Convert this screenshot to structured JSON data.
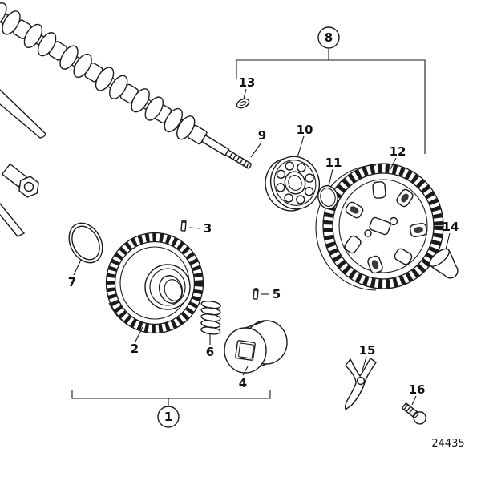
{
  "diagram": {
    "drawing_number": "24435",
    "parts": [
      {
        "label": "1",
        "circled": true
      },
      {
        "label": "2",
        "circled": false
      },
      {
        "label": "3",
        "circled": false
      },
      {
        "label": "4",
        "circled": false
      },
      {
        "label": "5",
        "circled": false
      },
      {
        "label": "6",
        "circled": false
      },
      {
        "label": "7",
        "circled": false
      },
      {
        "label": "8",
        "circled": true
      },
      {
        "label": "9",
        "circled": false
      },
      {
        "label": "10",
        "circled": false
      },
      {
        "label": "11",
        "circled": false
      },
      {
        "label": "12",
        "circled": false
      },
      {
        "label": "13",
        "circled": false
      },
      {
        "label": "14",
        "circled": false
      },
      {
        "label": "15",
        "circled": false
      },
      {
        "label": "16",
        "circled": false
      }
    ]
  }
}
